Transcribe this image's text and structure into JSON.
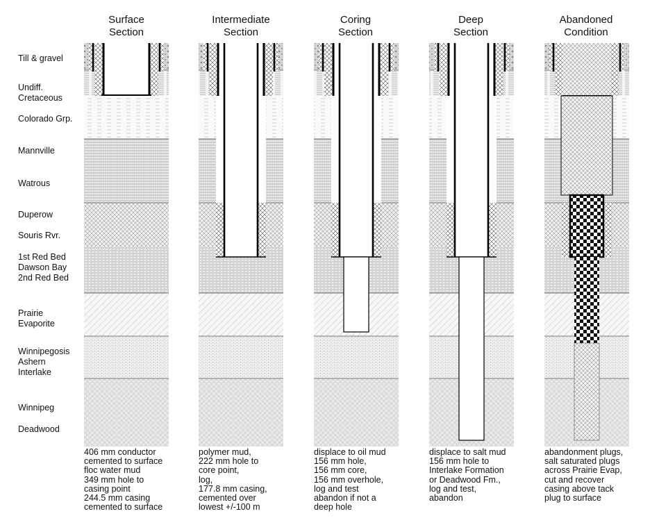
{
  "columns": [
    {
      "title": [
        "Surface",
        "Section"
      ],
      "caption": [
        "406 mm conductor",
        "cemented to surface",
        "floc water mud",
        "349 mm hole to",
        "casing point",
        "244.5 mm casing",
        "cemented to surface"
      ]
    },
    {
      "title": [
        "Intermediate",
        "Section"
      ],
      "caption": [
        "polymer mud,",
        "222 mm hole to",
        "core point,",
        "log,",
        "177.8 mm casing,",
        "cemented over",
        "lowest +/-100 m"
      ]
    },
    {
      "title": [
        "Coring",
        "Section"
      ],
      "caption": [
        "displace to oil mud",
        "156 mm hole,",
        "156 mm core,",
        "156 mm overhole,",
        "log and test",
        "abandon if not a",
        "deep hole"
      ]
    },
    {
      "title": [
        "Deep",
        "Section"
      ],
      "caption": [
        "displace to salt mud",
        "156 mm hole to",
        "Interlake Formation",
        "or Deadwood Fm.,",
        "log and test,",
        "abandon"
      ]
    },
    {
      "title": [
        "Abandoned",
        "Condition"
      ],
      "caption": [
        "abandonment plugs,",
        "salt saturated plugs",
        "across Prairie Evap,",
        "cut and recover",
        "casing above tack",
        "plug to surface"
      ]
    }
  ],
  "formations": [
    {
      "lines": [
        "Till & gravel"
      ]
    },
    {
      "lines": [
        "Undiff.",
        "Cretaceous"
      ]
    },
    {
      "lines": [
        "Colorado Grp."
      ]
    },
    {
      "lines": [
        "Mannville"
      ]
    },
    {
      "lines": [
        "Watrous"
      ]
    },
    {
      "lines": [
        "Duperow"
      ]
    },
    {
      "lines": [
        "Souris Rvr."
      ]
    },
    {
      "lines": [
        "1st Red Bed",
        "Dawson Bay",
        "2nd Red Bed"
      ]
    },
    {
      "lines": [
        "Prairie",
        "Evaporite"
      ]
    },
    {
      "lines": [
        "Winnipegosis",
        "Ashern",
        "Interlake"
      ]
    },
    {
      "lines": [
        "Winnipeg"
      ]
    },
    {
      "lines": [
        "Deadwood"
      ]
    }
  ]
}
